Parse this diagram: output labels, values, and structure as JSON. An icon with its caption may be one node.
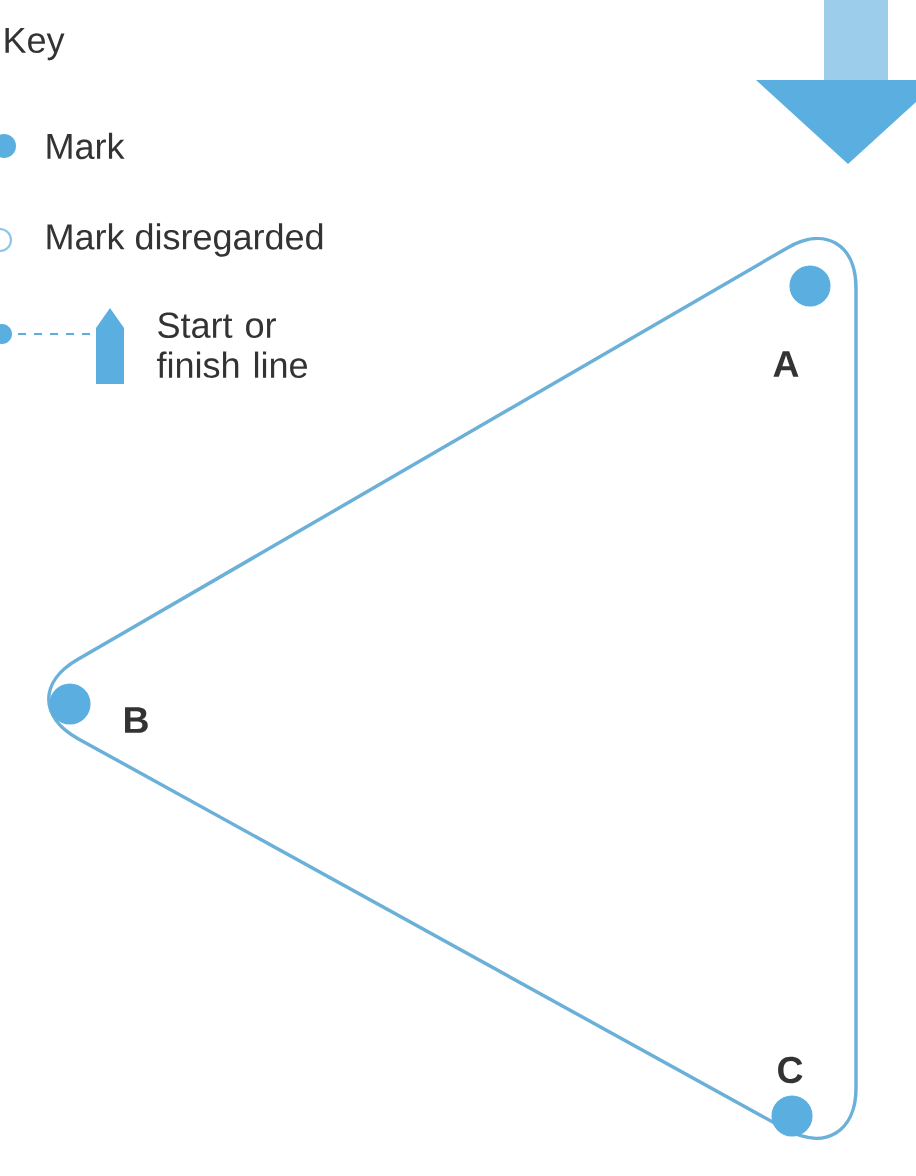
{
  "diagram": {
    "nodes": [
      {
        "text": [],
        "shape": "circle",
        "beside": [
          "A"
        ]
      },
      {
        "text": [],
        "shape": "circle",
        "beside": [
          "B"
        ]
      },
      {
        "text": [],
        "shape": "circle",
        "beside": [
          "C"
        ]
      }
    ],
    "labels": [
      "Key"
    ],
    "legend": [
      {
        "text": "Mark",
        "color": "#5aaee0"
      },
      {
        "text": "Mark disregarded"
      },
      {
        "text": "Start or finish line"
      }
    ]
  }
}
